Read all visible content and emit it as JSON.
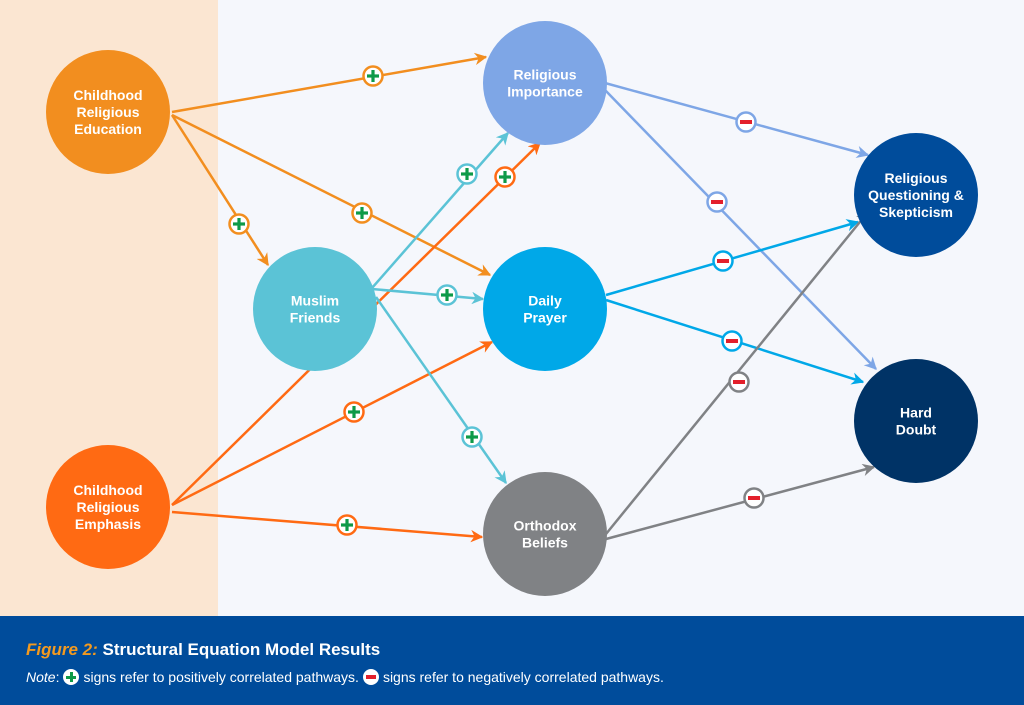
{
  "colors": {
    "edu": "#f28e1f",
    "emph": "#ff6a13",
    "friends": "#5bc3d6",
    "importance": "#7ea6e6",
    "prayer": "#00a8e8",
    "orthodox": "#808285",
    "questioning": "#004c9b",
    "doubt": "#003366",
    "plus": "#0e9a48",
    "minus": "#e3202b"
  },
  "nodes": [
    {
      "id": "edu",
      "lines": [
        "Childhood",
        "Religious",
        "Education"
      ],
      "color_key": "edu"
    },
    {
      "id": "emph",
      "lines": [
        "Childhood",
        "Religious",
        "Emphasis"
      ],
      "color_key": "emph"
    },
    {
      "id": "friends",
      "lines": [
        "Muslim",
        "Friends"
      ],
      "color_key": "friends"
    },
    {
      "id": "importance",
      "lines": [
        "Religious",
        "Importance"
      ],
      "color_key": "importance"
    },
    {
      "id": "prayer",
      "lines": [
        "Daily",
        "Prayer"
      ],
      "color_key": "prayer"
    },
    {
      "id": "orthodox",
      "lines": [
        "Orthodox",
        "Beliefs"
      ],
      "color_key": "orthodox"
    },
    {
      "id": "questioning",
      "lines": [
        "Religious",
        "Questioning &",
        "Skepticism"
      ],
      "color_key": "questioning"
    },
    {
      "id": "doubt",
      "lines": [
        "Hard",
        "Doubt"
      ],
      "color_key": "doubt"
    }
  ],
  "edges": [
    {
      "from": "edu",
      "to": "importance",
      "sign": "+"
    },
    {
      "from": "edu",
      "to": "friends",
      "sign": "+"
    },
    {
      "from": "edu",
      "to": "prayer",
      "sign": "+"
    },
    {
      "from": "emph",
      "to": "importance",
      "sign": "+"
    },
    {
      "from": "emph",
      "to": "prayer",
      "sign": "+"
    },
    {
      "from": "emph",
      "to": "orthodox",
      "sign": "+"
    },
    {
      "from": "friends",
      "to": "importance",
      "sign": "+"
    },
    {
      "from": "friends",
      "to": "prayer",
      "sign": "+"
    },
    {
      "from": "friends",
      "to": "orthodox",
      "sign": "+"
    },
    {
      "from": "importance",
      "to": "questioning",
      "sign": "-"
    },
    {
      "from": "importance",
      "to": "doubt",
      "sign": "-"
    },
    {
      "from": "prayer",
      "to": "questioning",
      "sign": "-"
    },
    {
      "from": "prayer",
      "to": "doubt",
      "sign": "-"
    },
    {
      "from": "orthodox",
      "to": "questioning",
      "sign": "-"
    },
    {
      "from": "orthodox",
      "to": "doubt",
      "sign": "-"
    }
  ],
  "caption": {
    "figure_label": "Figure 2:",
    "title": "Structural Equation Model Results",
    "note_label": "Note",
    "note_colon": ":",
    "plus_text": "signs refer to positively correlated pathways.",
    "minus_text": "signs refer to negatively correlated pathways."
  }
}
